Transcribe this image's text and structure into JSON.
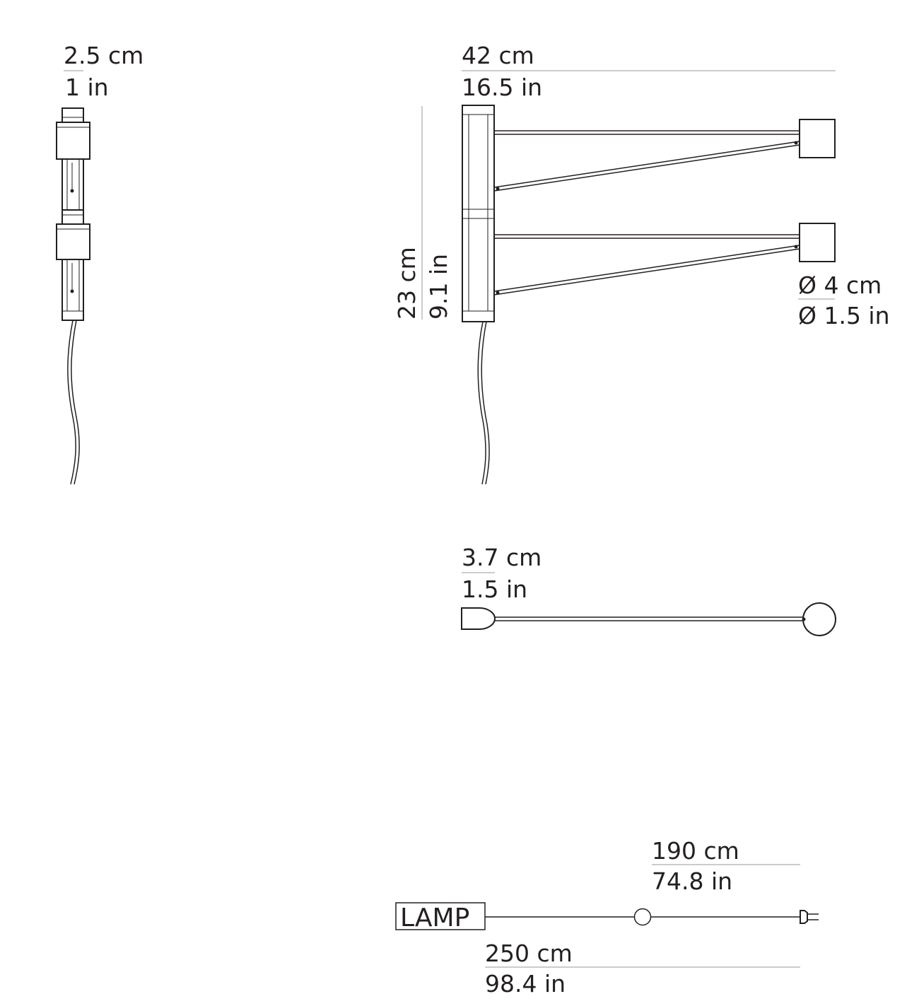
{
  "colors": {
    "line": "#231f20",
    "guide": "#9a9a9a",
    "background": "#ffffff"
  },
  "side_view": {
    "width_cm": "2.5 cm",
    "width_in": "1 in"
  },
  "front_view": {
    "length_cm": "42 cm",
    "length_in": "16.5 in",
    "height_cm": "23 cm",
    "height_in": "9.1 in",
    "head_diameter_cm": "Ø 4 cm",
    "head_diameter_in": "Ø 1.5 in"
  },
  "top_view": {
    "depth_cm": "3.7 cm",
    "depth_in": "1.5 in"
  },
  "cable": {
    "lamp_label": "LAMP",
    "switch_to_plug_cm": "190 cm",
    "switch_to_plug_in": "74.8 in",
    "total_cm": "250 cm",
    "total_in": "98.4 in"
  }
}
